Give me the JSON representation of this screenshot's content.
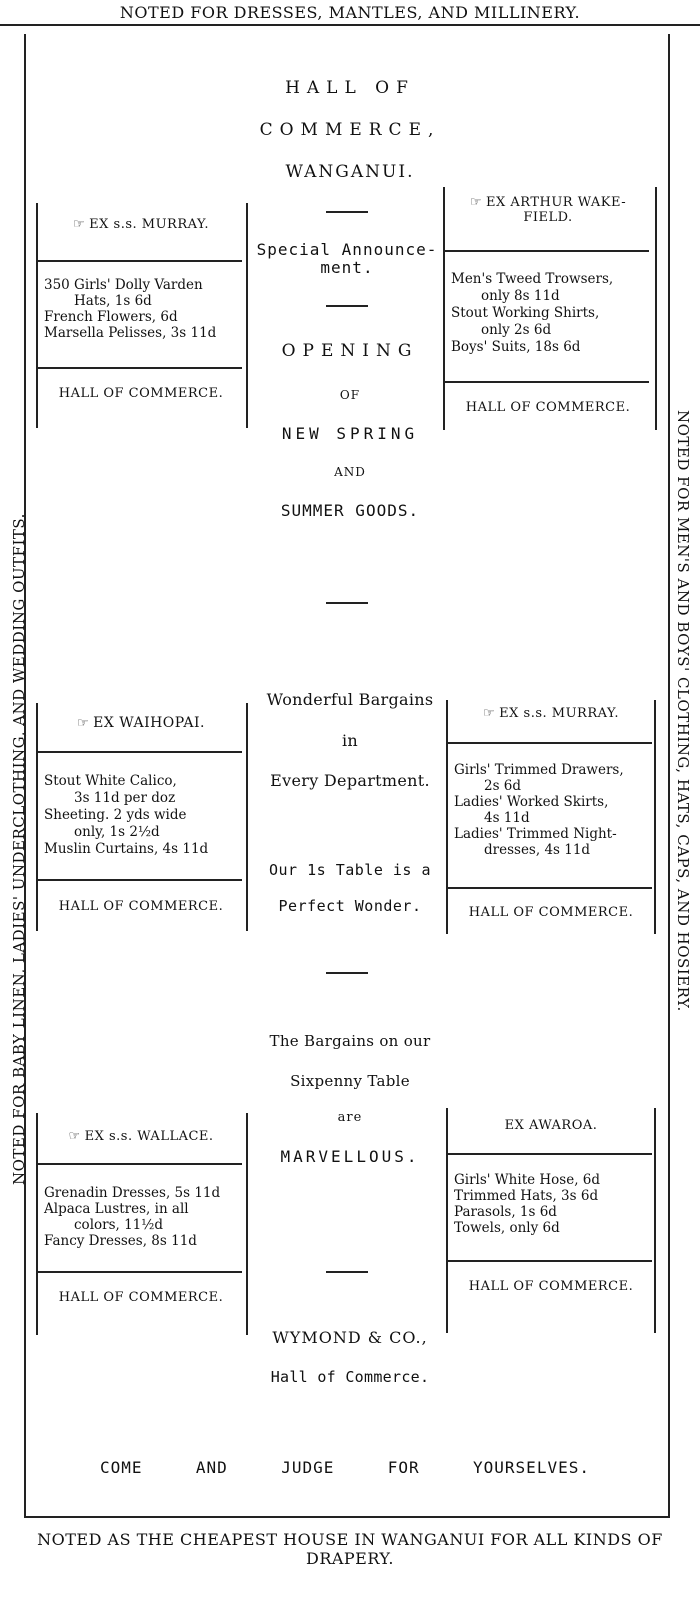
{
  "header": "NOTED FOR DRESSES, MANTLES, AND MILLINERY.",
  "left_side": "NOTED FOR BABY LINEN, LADIES' UNDERCLOTHING, AND WEDDING OUTFITS.",
  "right_side": "NOTED FOR MEN'S AND BOYS' CLOTHING, HATS, CAPS, AND HOSIERY.",
  "footer": "NOTED AS THE CHEAPEST HOUSE IN WANGANUI FOR ALL KINDS OF DRAPERY.",
  "center": {
    "hall_of": "HALL OF",
    "commerce": "COMMERCE,",
    "wanganui": "WANGANUI.",
    "special": "Special Announce-ment.",
    "opening": "OPENING",
    "of": "OF",
    "new_spring": "NEW SPRING",
    "and": "AND",
    "summer_goods": "SUMMER GOODS.",
    "wonderful": "Wonderful Bargains",
    "in": "in",
    "every_dept": "Every Department.",
    "table1s_a": "Our 1s Table is a",
    "table1s_b": "Perfect Wonder.",
    "bargains_a": "The Bargains on our",
    "bargains_b": "Sixpenny Table",
    "are": "are",
    "marvellous": "MARVELLOUS.",
    "wymond": "WYMOND & CO.,",
    "hall": "Hall of Commerce."
  },
  "closing": [
    "COME",
    "AND",
    "JUDGE",
    "FOR",
    "YOURSELVES."
  ],
  "hand_glyph": "☞",
  "boxes": {
    "murray1": {
      "title": "EX s.s. MURRAY.",
      "lines": [
        "350 Girls' Dolly Varden",
        "Hats, 1s 6d",
        "French Flowers, 6d",
        "Marsella Pelisses, 3s 11d"
      ],
      "footer": "HALL OF COMMERCE."
    },
    "wakefield": {
      "title": "EX ARTHUR WAKE-FIELD.",
      "lines": [
        "Men's Tweed Trowsers,",
        "only 8s 11d",
        "Stout Working Shirts,",
        "only 2s 6d",
        "Boys' Suits, 18s 6d"
      ],
      "footer": "HALL OF COMMERCE."
    },
    "waihopai": {
      "title": "EX WAIHOPAI.",
      "lines": [
        "Stout White Calico,",
        "3s 11d per doz",
        "Sheeting. 2 yds wide",
        "only, 1s 2½d",
        "Muslin Curtains, 4s 11d"
      ],
      "footer": "HALL OF COMMERCE."
    },
    "murray2": {
      "title": "EX s.s. MURRAY.",
      "lines": [
        "Girls' Trimmed Drawers,",
        "2s 6d",
        "Ladies' Worked Skirts,",
        "4s 11d",
        "Ladies' Trimmed Night-",
        "dresses, 4s 11d"
      ],
      "footer": "HALL OF COMMERCE."
    },
    "wallace": {
      "title": "EX s.s. WALLACE.",
      "lines": [
        "Grenadin Dresses, 5s 11d",
        "Alpaca Lustres, in all",
        "colors, 11½d",
        "Fancy Dresses, 8s 11d"
      ],
      "footer": "HALL OF COMMERCE."
    },
    "awaroa": {
      "title": "EX AWAROA.",
      "lines": [
        "Girls' White Hose, 6d",
        "Trimmed Hats, 3s 6d",
        "Parasols, 1s 6d",
        "Towels, only 6d"
      ],
      "footer": "HALL OF COMMERCE."
    }
  }
}
